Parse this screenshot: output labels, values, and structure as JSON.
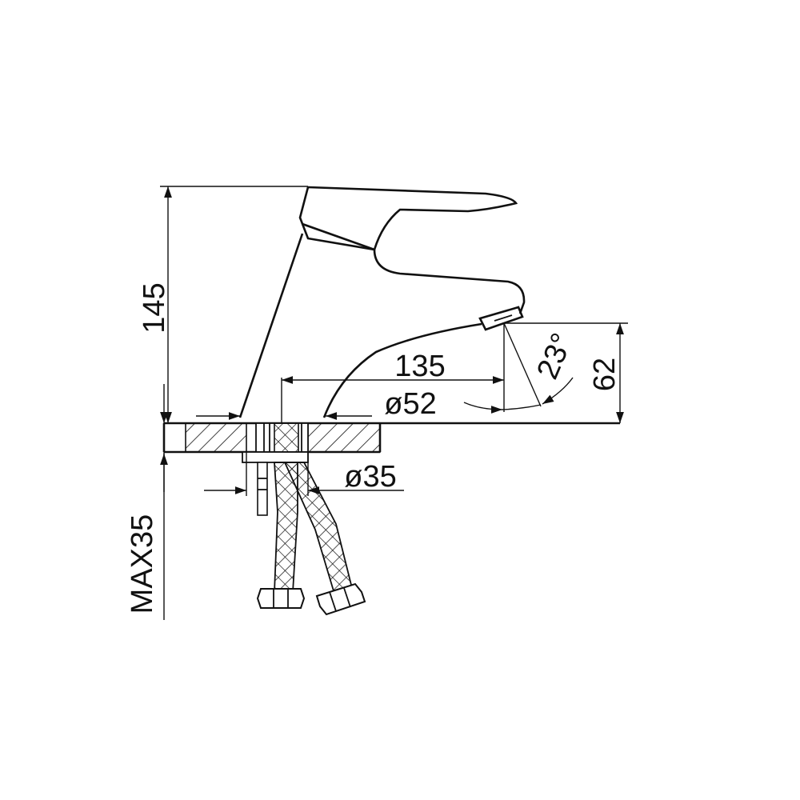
{
  "dimensions": {
    "height_total": "145",
    "spout_reach": "135",
    "base_diameter": "ø52",
    "hole_diameter": "ø35",
    "spout_height": "62",
    "spout_angle": "23°",
    "max_counter_thickness": "MAX35"
  },
  "colors": {
    "line": "#111111",
    "background": "#ffffff"
  }
}
